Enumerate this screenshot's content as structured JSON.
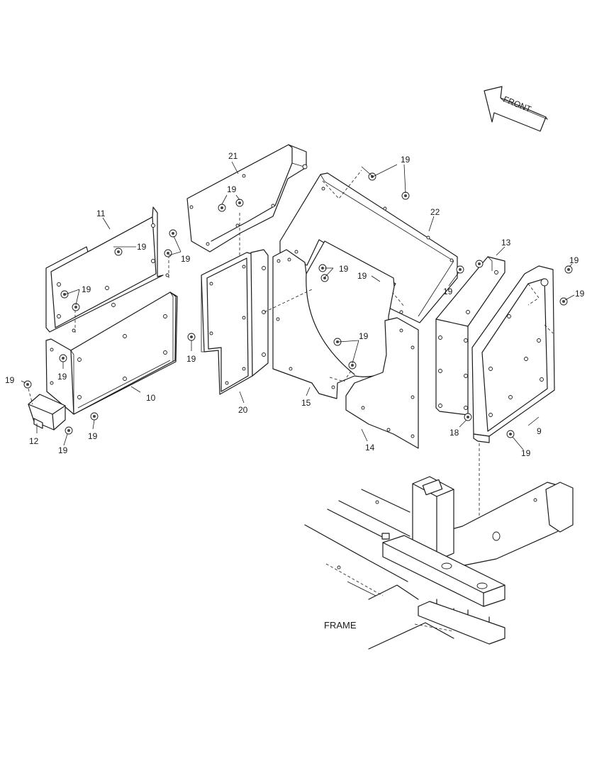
{
  "front_arrow": {
    "label": "FRONT"
  },
  "frame_label": "FRAME",
  "callouts": {
    "c9": "9",
    "c10": "10",
    "c11": "11",
    "c12": "12",
    "c13": "13",
    "c14": "14",
    "c15": "15",
    "c18": "18",
    "c20": "20",
    "c21": "21",
    "c22": "22",
    "c19": "19"
  }
}
